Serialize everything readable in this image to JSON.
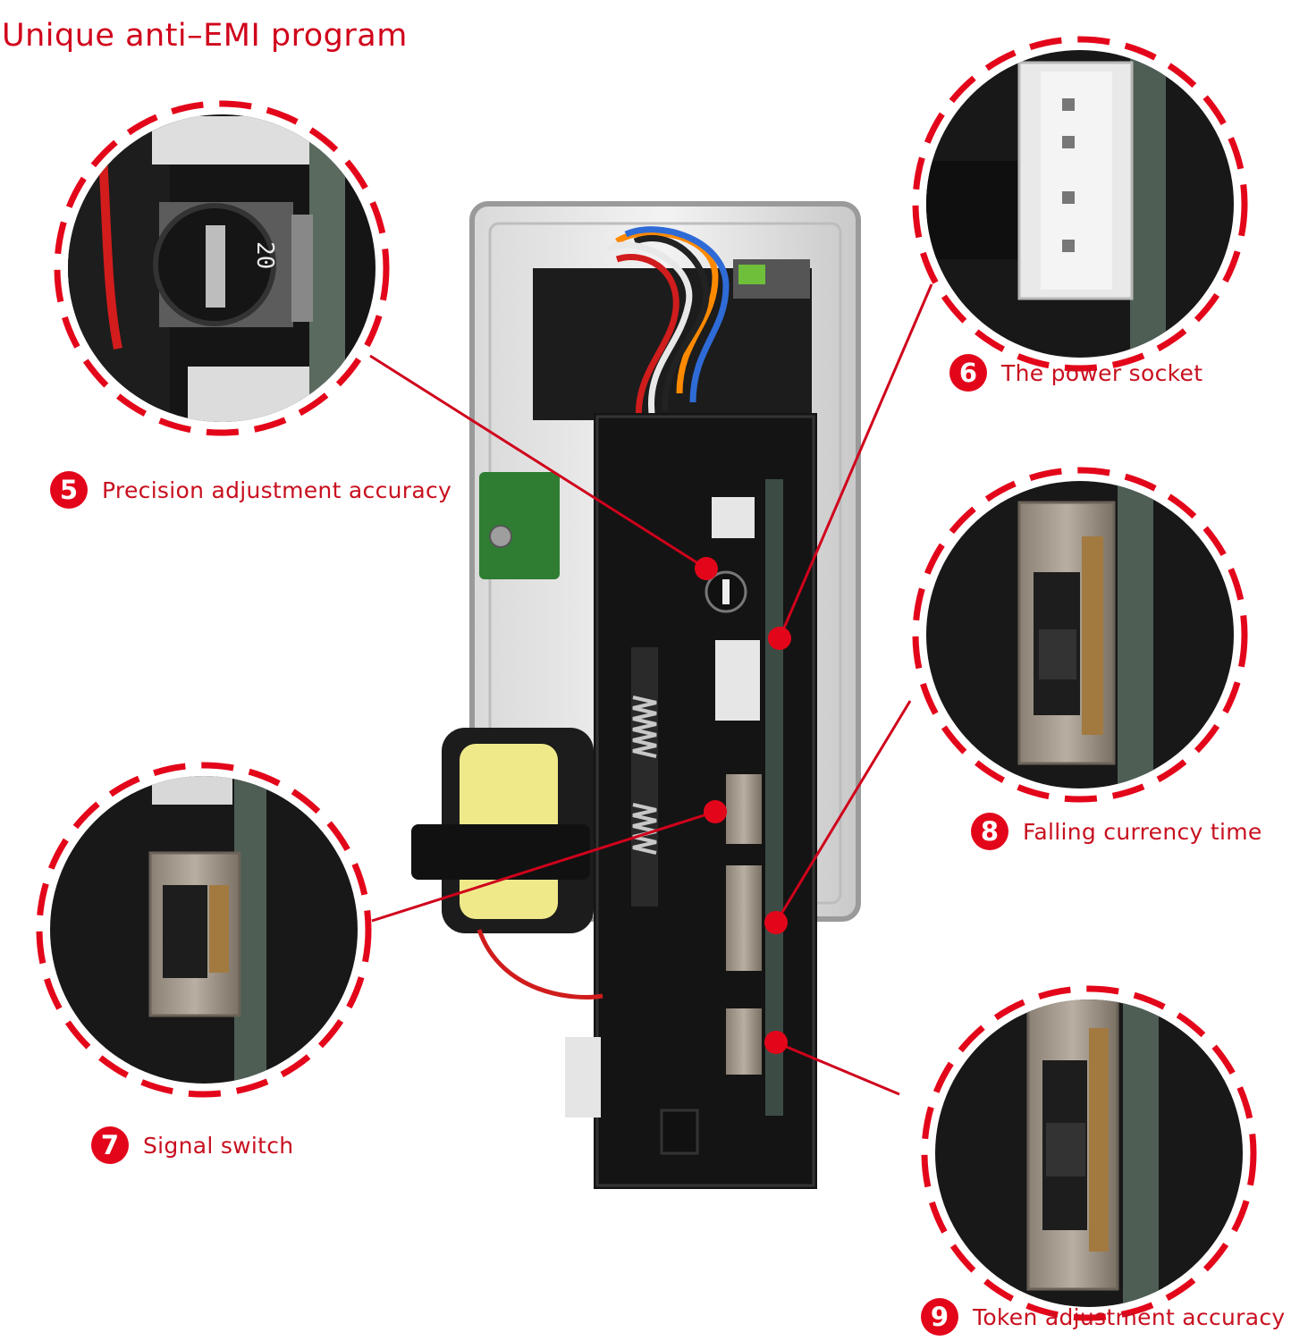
{
  "title": "Unique anti–EMI program",
  "callouts": [
    {
      "number": "5",
      "label": "Precision adjustment accuracy"
    },
    {
      "number": "6",
      "label": "The power socket"
    },
    {
      "number": "7",
      "label": "Signal switch"
    },
    {
      "number": "8",
      "label": "Falling currency time"
    },
    {
      "number": "9",
      "label": "Token adjustment accuracy"
    }
  ],
  "dial_marking": "20",
  "colors": {
    "accent": "#e3061a",
    "text": "#c8101f",
    "leader_line": "#d0021b"
  }
}
